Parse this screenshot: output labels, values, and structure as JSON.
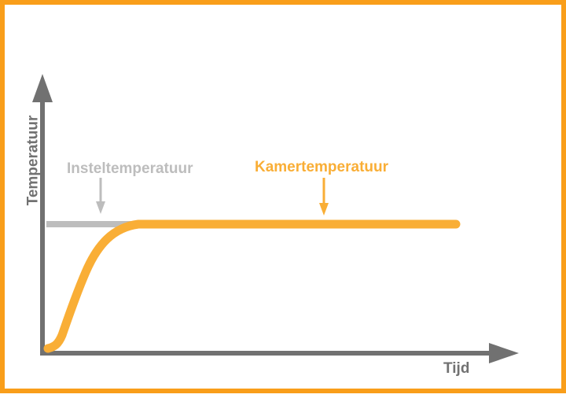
{
  "diagram": {
    "x_axis_label": "Tijd",
    "y_axis_label": "Temperatuur",
    "setpoint_label": "Insteltemperatuur",
    "room_label": "Kamertemperatuur"
  },
  "colors": {
    "frame": "#f99e1a",
    "axis": "#717171",
    "setpoint": "#bdbdbd",
    "room": "#f9ae36"
  }
}
